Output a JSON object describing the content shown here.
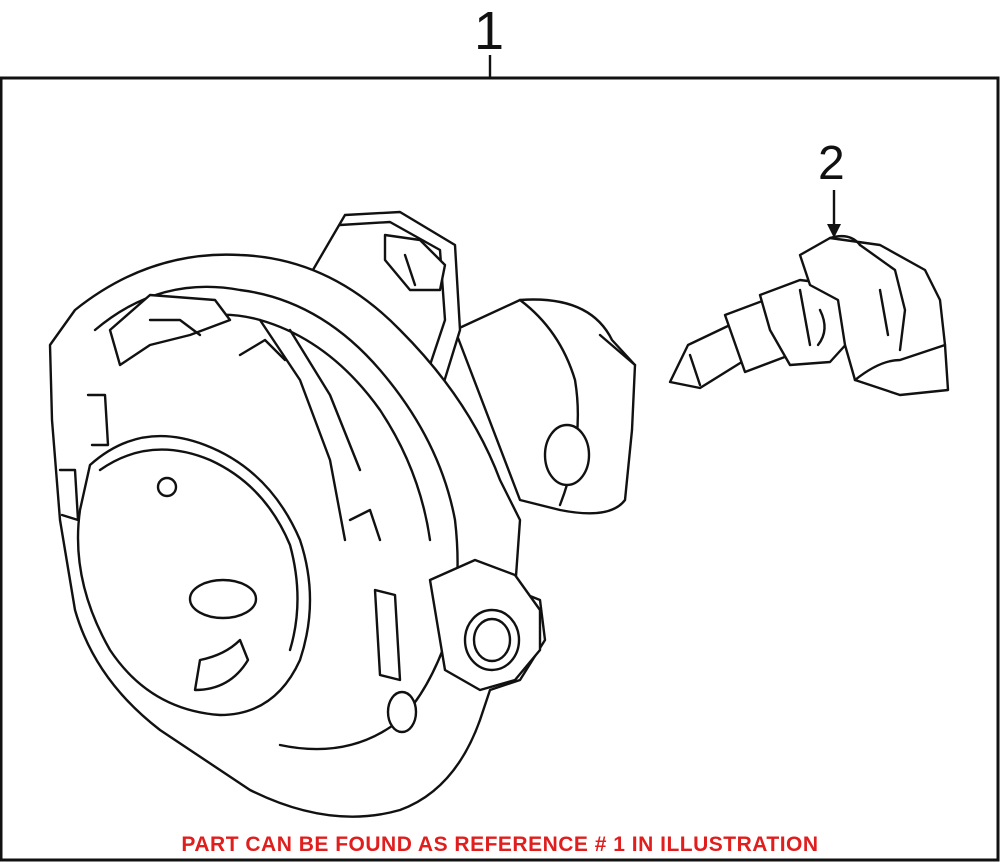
{
  "callouts": [
    {
      "ref": "1"
    },
    {
      "ref": "2"
    }
  ],
  "footer_note": {
    "text": "PART CAN BE FOUND AS REFERENCE # 1 IN ILLUSTRATION",
    "color": "#e01e1e"
  },
  "colors": {
    "line": "#111111",
    "background": "#ffffff",
    "frame": "#111111"
  }
}
